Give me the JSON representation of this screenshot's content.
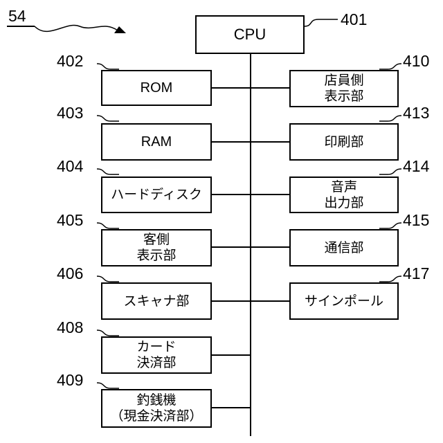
{
  "figure_label": "54",
  "cpu": {
    "ref": "401",
    "text": [
      "CPU"
    ]
  },
  "left_blocks": [
    {
      "ref": "402",
      "text": [
        "ROM"
      ]
    },
    {
      "ref": "403",
      "text": [
        "RAM"
      ]
    },
    {
      "ref": "404",
      "text": [
        "ハードディスク"
      ]
    },
    {
      "ref": "405",
      "text": [
        "客側",
        "表示部"
      ]
    },
    {
      "ref": "406",
      "text": [
        "スキャナ部"
      ]
    },
    {
      "ref": "408",
      "text": [
        "カード",
        "決済部"
      ]
    },
    {
      "ref": "409",
      "text": [
        "釣銭機",
        "（現金決済部）"
      ]
    }
  ],
  "right_blocks": [
    {
      "ref": "410",
      "text": [
        "店員側",
        "表示部"
      ]
    },
    {
      "ref": "413",
      "text": [
        "印刷部"
      ]
    },
    {
      "ref": "414",
      "text": [
        "音声",
        "出力部"
      ]
    },
    {
      "ref": "415",
      "text": [
        "通信部"
      ]
    },
    {
      "ref": "417",
      "text": [
        "サインポール"
      ]
    }
  ]
}
